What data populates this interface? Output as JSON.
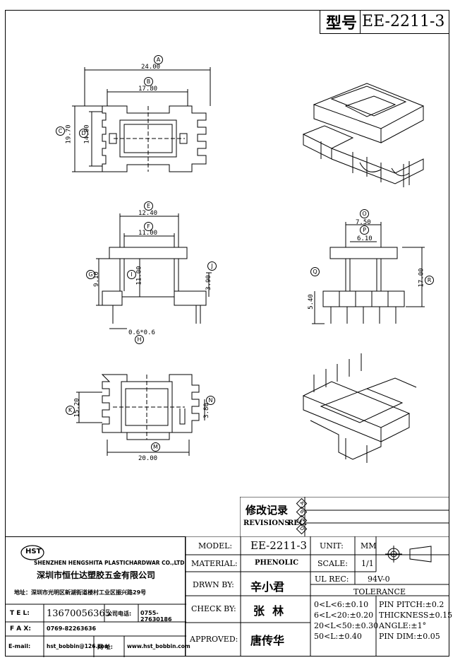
{
  "title_block": {
    "model_label": "型号",
    "model_value": "EE-2211-3"
  },
  "dimensions": {
    "top_view": {
      "A": "24.00",
      "B": "17.80",
      "C": "19.70",
      "D": "14.00"
    },
    "front_view": {
      "E": "12.40",
      "F": "11.00",
      "G": "9.10",
      "I": "11.00",
      "J": "3.90",
      "H": "0.6*0.6"
    },
    "side_view": {
      "O": "7.50",
      "P": "6.10",
      "Q": "5.40",
      "R": "17.00"
    },
    "bottom_view": {
      "K": "15.20",
      "N": "3.80",
      "M": "20.00"
    }
  },
  "circle_labels": [
    "A",
    "B",
    "C",
    "D",
    "E",
    "F",
    "G",
    "H",
    "I",
    "J",
    "K",
    "M",
    "N",
    "O",
    "P",
    "Q",
    "R"
  ],
  "revisions": {
    "label_cn": "修改记录",
    "label_en": "REVISIONS",
    "rec": "REC.",
    "letters": [
      "A",
      "B",
      "C",
      "D"
    ]
  },
  "company": {
    "logo": "HST",
    "name_en": "SHENZHEN HENGSHITA PLASTICHARDWAR CO.,LTD",
    "name_cn": "深圳市恒仕达塑胶五金有限公司",
    "address": "地址：深圳市光明区新湖街道楼村工业区振兴路29号",
    "tel_label": "T E L:",
    "tel": "13670056365",
    "company_phone_label": "公司电话:",
    "company_phone": "0755-27630186",
    "fax_label": "F A X:",
    "fax": "0769-82263636",
    "email_label": "E-mail:",
    "email": "hst_bobbin@126.com",
    "web_label": "网 址:",
    "web": "www.hst_bobbin.com"
  },
  "spec": {
    "model_label": "MODEL:",
    "model": "EE-2211-3",
    "unit_label": "UNIT:",
    "unit": "MM",
    "material_label": "MATERIAL:",
    "material": "PHENOLIC",
    "scale_label": "SCALE:",
    "scale": "1/1",
    "drwn_label": "DRWN BY:",
    "drwn": "辛小君",
    "ul_label": "UL REC:",
    "ul": "94V-0",
    "tolerance_label": "TOLERANCE",
    "check_label": "CHECK BY:",
    "check": "张  林",
    "approved_label": "APPROVED:",
    "approved": "唐传华",
    "tol_left": [
      "0<L<6:±0.10",
      "6<L<20:±0.20",
      "20<L<50:±0.30",
      "50<L:±0.40"
    ],
    "tol_right": [
      "PIN PITCH:±0.2",
      "THICKNESS±0.15",
      "ANGLE:±1°",
      "PIN DIM:±0.05"
    ]
  }
}
